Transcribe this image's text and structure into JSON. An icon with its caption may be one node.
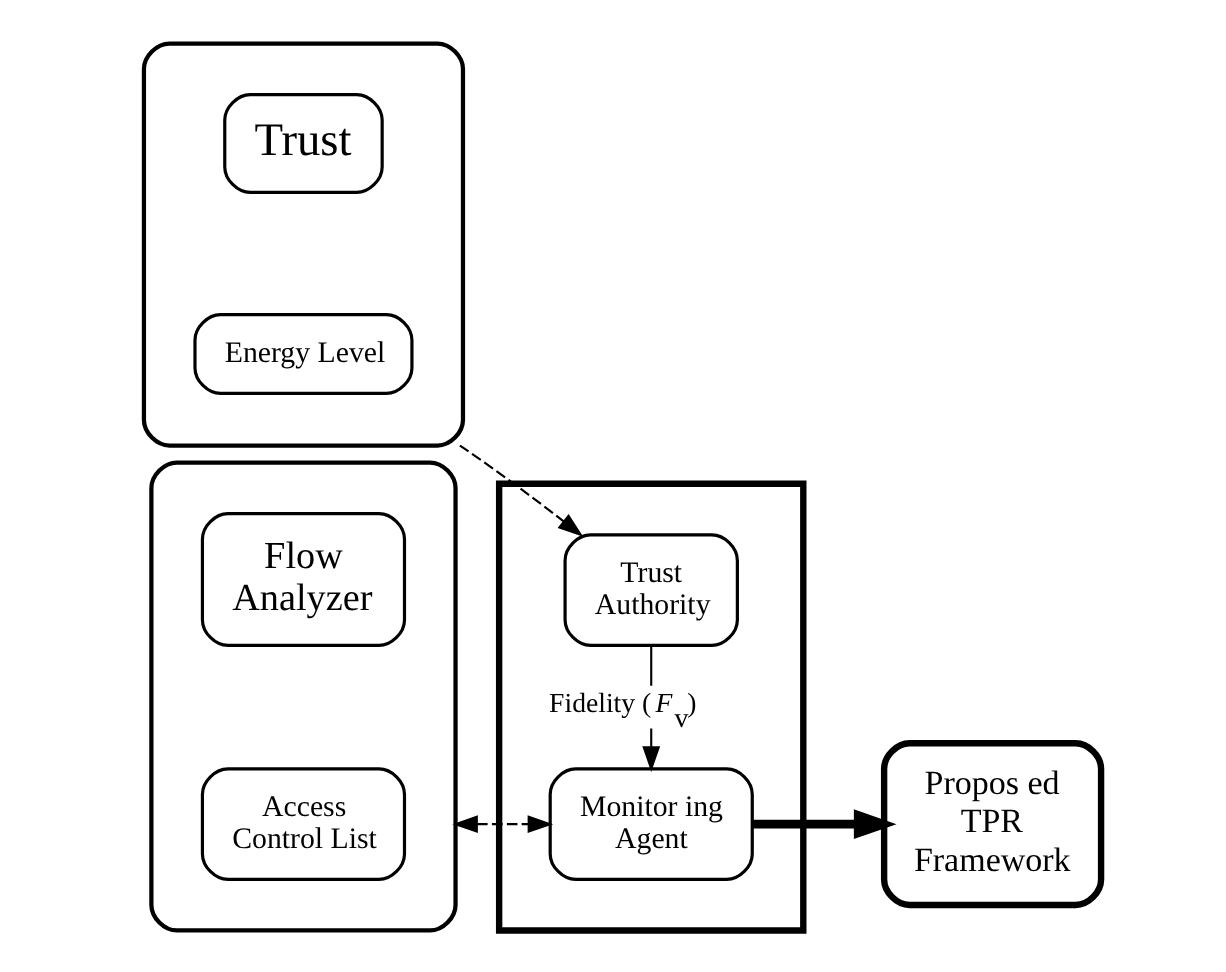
{
  "diagram": {
    "nodes": [
      {
        "text": [],
        "shape": "box"
      },
      {
        "text": [
          "Trust"
        ],
        "in": 0
      },
      {
        "text": [
          "Energy Level"
        ],
        "in": 0
      },
      {
        "text": [],
        "shape": "box"
      },
      {
        "text": [
          "Flow Analyzer"
        ],
        "in": 3
      },
      {
        "text": [
          "Access Control List"
        ],
        "in": 3
      },
      {
        "text": [],
        "shape": "box"
      },
      {
        "text": [
          "Trust Authority"
        ],
        "in": 6
      },
      {
        "text": [
          "Monitor ing Agent"
        ],
        "in": 6
      },
      {
        "text": [
          "Propos ed TPR Framework"
        ]
      }
    ],
    "edges": [
      {
        "from": 0,
        "to": 7,
        "arrow": "to",
        "style": "dashed"
      },
      {
        "from": 7,
        "to": 8,
        "arrow": "to",
        "label": "Fidelity (*F*$_{v}$)"
      },
      {
        "from": 3,
        "to": 8,
        "arrow": "both",
        "style": "dashed"
      },
      {
        "from": 8,
        "to": 9,
        "arrow": "to",
        "style": "thick"
      }
    ]
  }
}
